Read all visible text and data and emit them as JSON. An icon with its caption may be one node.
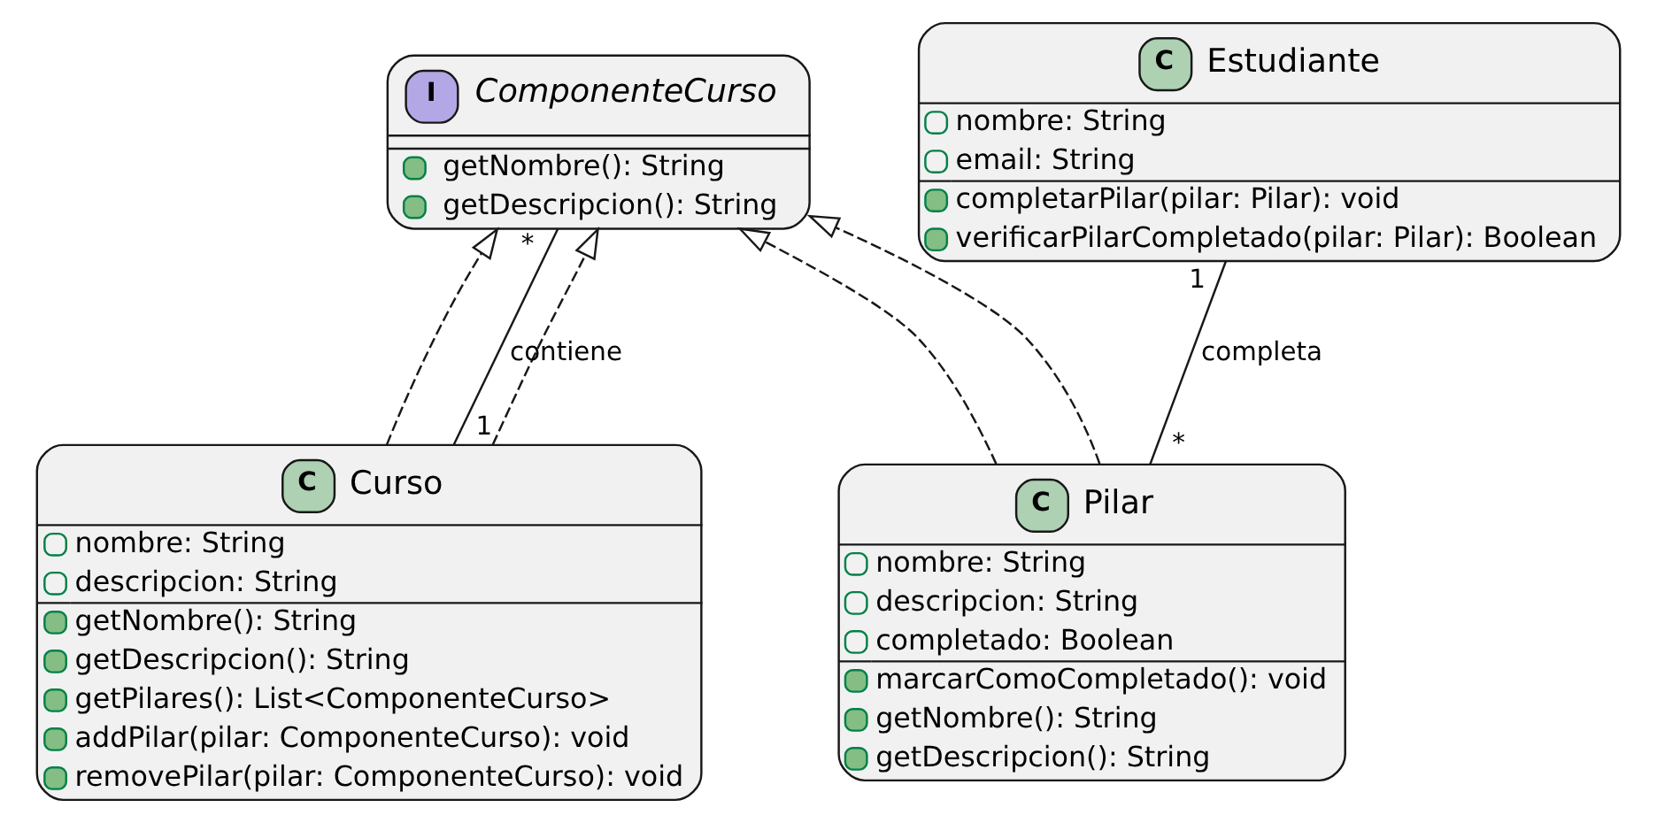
{
  "diagram": {
    "nodes": [
      {
        "text": [
          "I",
          "ComponenteCurso",
          "getNombre(): String",
          "getDescripcion(): String"
        ]
      },
      {
        "text": [
          "C",
          "Estudiante",
          "nombre: String",
          "email: String",
          "completarPilar(pilar: Pilar): void",
          "verificarPilarCompletado(pilar: Pilar): Boolean"
        ]
      },
      {
        "text": [
          "C",
          "Curso",
          "nombre: String",
          "descripcion: String",
          "getNombre(): String",
          "getDescripcion(): String",
          "getPilares(): List<ComponenteCurso>",
          "addPilar(pilar: ComponenteCurso): void",
          "removePilar(pilar: ComponenteCurso): void"
        ]
      },
      {
        "text": [
          "C",
          "Pilar",
          "nombre: String",
          "descripcion: String",
          "completado: Boolean",
          "marcarComoCompletado(): void",
          "getNombre(): String",
          "getDescripcion(): String"
        ]
      }
    ],
    "edges": [
      {
        "from": 2,
        "to": 0,
        "arrow": "to",
        "style": "dashed"
      },
      {
        "from": 2,
        "to": 0,
        "arrow": "to",
        "style": "dashed"
      },
      {
        "from": 2,
        "to": 0,
        "arrow": "none",
        "label": "contiene"
      },
      {
        "from": 3,
        "to": 0,
        "arrow": "to",
        "style": "dashed"
      },
      {
        "from": 3,
        "to": 0,
        "arrow": "to",
        "style": "dashed"
      },
      {
        "from": 1,
        "to": 3,
        "arrow": "none",
        "label": "completa"
      }
    ],
    "labels": [
      "*",
      "1",
      "1",
      "*"
    ]
  }
}
